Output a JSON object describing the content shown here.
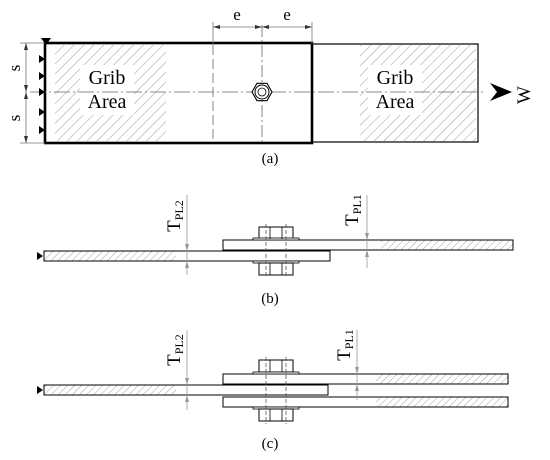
{
  "view_a": {
    "caption": "(a)",
    "dimension_e": "e",
    "dimension_s": "s",
    "grib_word": "Grib",
    "area_word": "Area",
    "load_label": "W"
  },
  "view_b": {
    "caption": "(b)",
    "thickness_plate_2": {
      "base": "T",
      "sub": "PL2"
    },
    "thickness_plate_1": {
      "base": "T",
      "sub": "PL1"
    }
  },
  "view_c": {
    "caption": "(c)",
    "thickness_plate_2": {
      "base": "T",
      "sub": "PL2"
    },
    "thickness_plate_1": {
      "base": "T",
      "sub": "PL1"
    }
  }
}
